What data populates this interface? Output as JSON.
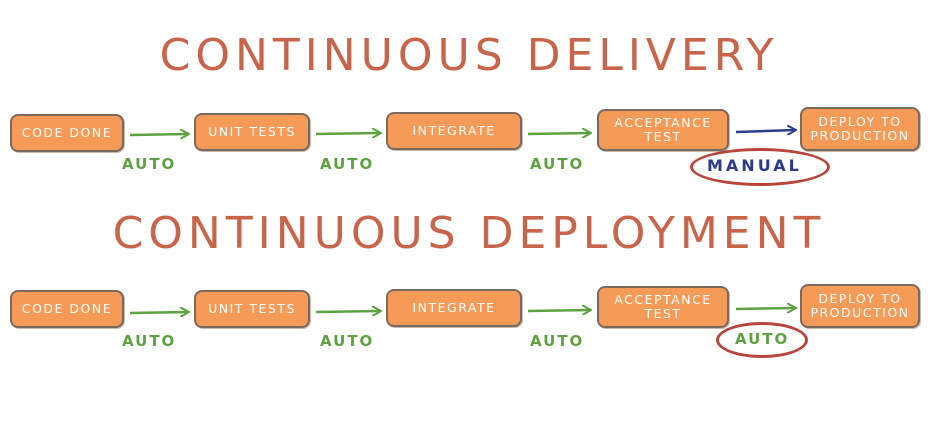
{
  "delivery": {
    "title": "CONTINUOUS DELIVERY",
    "stages": [
      "CODE DONE",
      "UNIT TESTS",
      "INTEGRATE",
      "ACCEPTANCE TEST",
      "DEPLOY TO PRODUCTION"
    ],
    "transitions": [
      "AUTO",
      "AUTO",
      "AUTO",
      "MANUAL"
    ]
  },
  "deployment": {
    "title": "CONTINUOUS DEPLOYMENT",
    "stages": [
      "CODE DONE",
      "UNIT TESTS",
      "INTEGRATE",
      "ACCEPTANCE TEST",
      "DEPLOY TO PRODUCTION"
    ],
    "transitions": [
      "AUTO",
      "AUTO",
      "AUTO",
      "AUTO"
    ]
  },
  "colors": {
    "title": "#c8644a",
    "stage_fill": "#f59a57",
    "auto_arrow": "#5da241",
    "manual_arrow": "#2b3c8c",
    "highlight_oval": "#b8453a"
  }
}
